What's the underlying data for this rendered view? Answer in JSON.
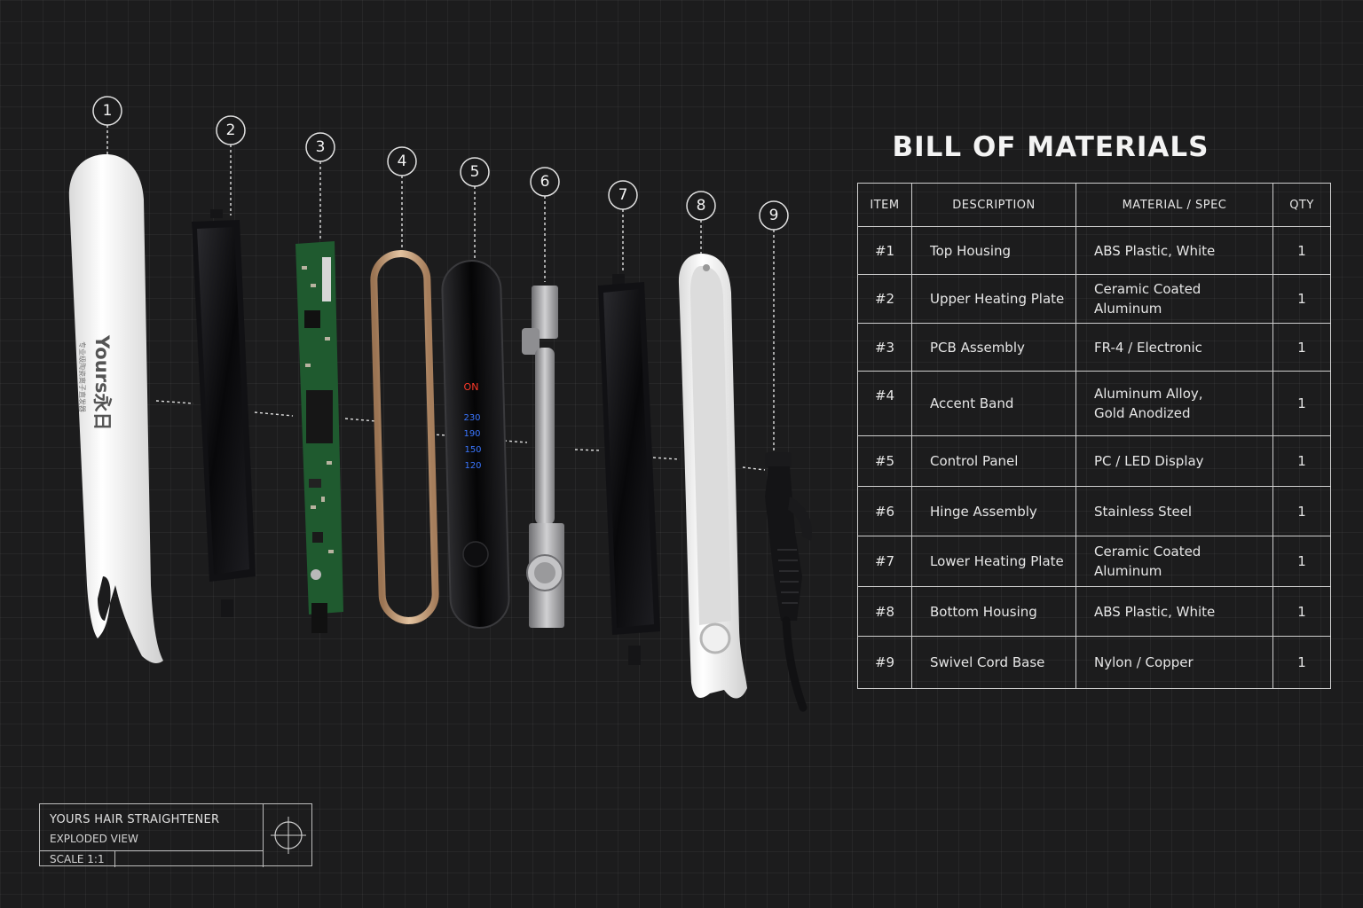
{
  "callouts": [
    "1",
    "2",
    "3",
    "4",
    "5",
    "6",
    "7",
    "8",
    "9"
  ],
  "housing": {
    "brand": "Yours永日",
    "subtext": "专业级陶瓷离子直发器"
  },
  "control_panel": {
    "on_label": "ON",
    "temperatures": [
      "230",
      "190",
      "150",
      "120"
    ]
  },
  "bom": {
    "title": "BILL OF MATERIALS",
    "headers": {
      "item": "ITEM",
      "description": "DESCRIPTION",
      "material": "MATERIAL / SPEC",
      "qty": "QTY"
    },
    "rows": [
      {
        "item": "#1",
        "description": "Top Housing",
        "material": "ABS Plastic, White",
        "qty": "1"
      },
      {
        "item": "#2",
        "description": "Upper Heating Plate",
        "material": "Ceramic Coated Aluminum",
        "qty": "1"
      },
      {
        "item": "#3",
        "description": "PCB Assembly",
        "material": "FR-4 / Electronic",
        "qty": "1"
      },
      {
        "item": "#4",
        "description": "Accent Band",
        "material": "Aluminum Alloy,\nGold Anodized",
        "qty": "1"
      },
      {
        "item": "#5",
        "description": "Control Panel",
        "material": "PC / LED Display",
        "qty": "1"
      },
      {
        "item": "#6",
        "description": "Hinge Assembly",
        "material": "Stainless Steel",
        "qty": "1"
      },
      {
        "item": "#7",
        "description": "Lower Heating Plate",
        "material": "Ceramic Coated Aluminum",
        "qty": "1"
      },
      {
        "item": "#8",
        "description": "Bottom Housing",
        "material": "ABS Plastic, White",
        "qty": "1"
      },
      {
        "item": "#9",
        "description": "Swivel Cord Base",
        "material": "Nylon / Copper",
        "qty": "1"
      }
    ]
  },
  "title_block": {
    "line1": "YOURS HAIR STRAIGHTENER",
    "line2": "EXPLODED VIEW",
    "scale": "SCALE  1:1"
  },
  "colors": {
    "background": "#1c1c1d",
    "housing_white": "#f4f4f4",
    "plate_black": "#0d0d0f",
    "pcb_green": "#1f5a2f",
    "gold_band": "#c8a27a",
    "led_blue": "#3a76ff",
    "on_red": "#ff3a2a",
    "steel": "#9a9a9c",
    "line_white": "#e0e0e0"
  }
}
